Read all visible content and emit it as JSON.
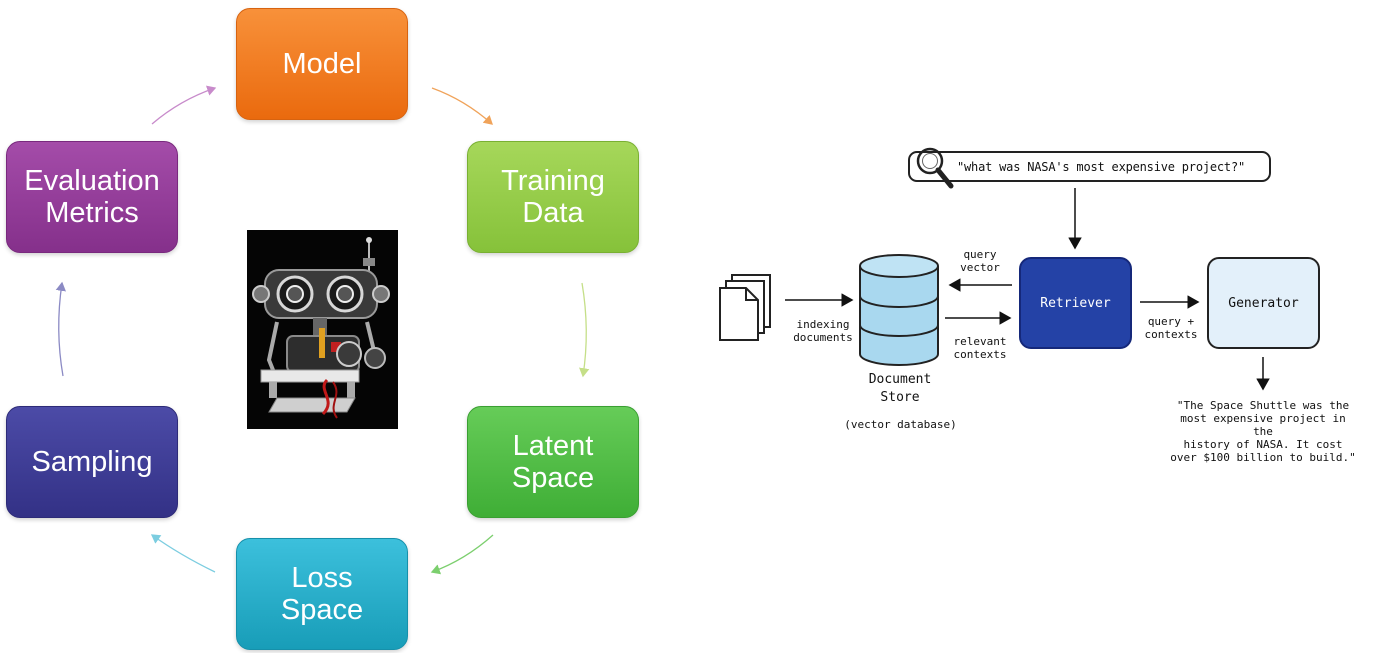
{
  "cycle": {
    "nodes": [
      {
        "id": "model",
        "label": "Model",
        "color": "#ef7a1f"
      },
      {
        "id": "training",
        "label": "Training\nData",
        "color": "#92c83e"
      },
      {
        "id": "latent",
        "label": "Latent\nSpace",
        "color": "#49b640"
      },
      {
        "id": "loss",
        "label": "Loss\nSpace",
        "color": "#1fa9c6"
      },
      {
        "id": "sampling",
        "label": "Sampling",
        "color": "#3b3a92"
      },
      {
        "id": "evaluation",
        "label": "Evaluation\nMetrics",
        "color": "#923995"
      }
    ],
    "image": "robot-illustration"
  },
  "rag": {
    "query": "\"what was NASA's most expensive project?\"",
    "retriever": "Retriever",
    "generator": "Generator",
    "query_vector": "query\nvector",
    "relevant_contexts": "relevant\ncontexts",
    "indexing_documents": "indexing\ndocuments",
    "query_contexts": "query +\ncontexts",
    "document_store": "Document\nStore",
    "vector_database": "(vector database)",
    "answer": "\"The Space Shuttle was the\nmost expensive project in the\nhistory of NASA. It cost\nover $100 billion to build.\"",
    "colors": {
      "retriever": "#2442a6",
      "generator": "#e3f0fa",
      "store": "#a9d8ef"
    },
    "icons": [
      "search-icon",
      "documents-icon",
      "database-icon"
    ]
  }
}
